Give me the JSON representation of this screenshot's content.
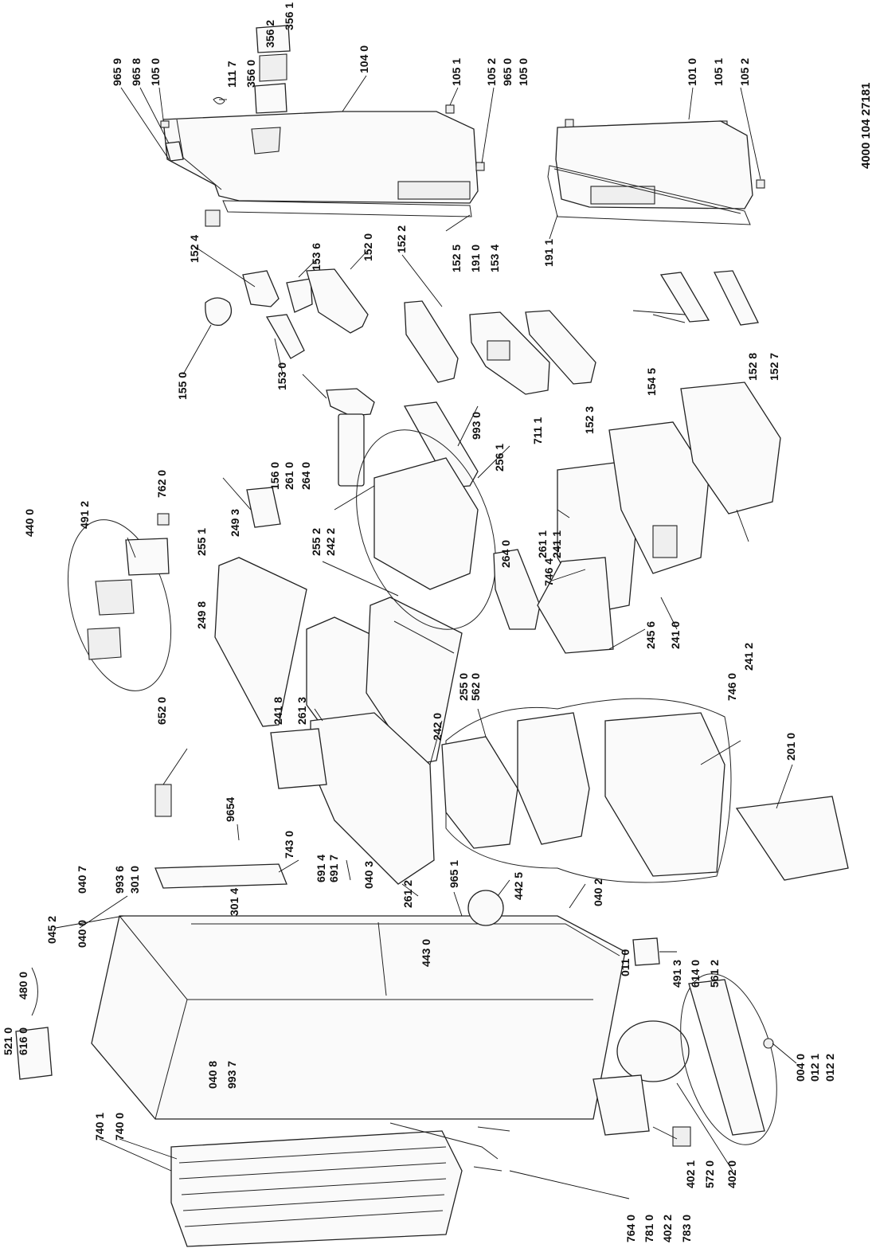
{
  "document_number": "4000 104 27181",
  "labels": [
    {
      "id": "l1",
      "text": "965 9"
    },
    {
      "id": "l2",
      "text": "965 8"
    },
    {
      "id": "l3",
      "text": "105 0"
    },
    {
      "id": "l4",
      "text": "111 7"
    },
    {
      "id": "l5",
      "text": "356 0"
    },
    {
      "id": "l6",
      "text": "356 2"
    },
    {
      "id": "l7",
      "text": "356 1"
    },
    {
      "id": "l8",
      "text": "104 0"
    },
    {
      "id": "l9",
      "text": "105 1"
    },
    {
      "id": "l10",
      "text": "105 2"
    },
    {
      "id": "l11",
      "text": "965 0"
    },
    {
      "id": "l12",
      "text": "105 0"
    },
    {
      "id": "l13",
      "text": "101 0"
    },
    {
      "id": "l14",
      "text": "105 1"
    },
    {
      "id": "l15",
      "text": "105 2"
    },
    {
      "id": "l16",
      "text": "152 4"
    },
    {
      "id": "l17",
      "text": "153 6"
    },
    {
      "id": "l18",
      "text": "152 0"
    },
    {
      "id": "l19",
      "text": "152 2"
    },
    {
      "id": "l20",
      "text": "152 5"
    },
    {
      "id": "l21",
      "text": "191 0"
    },
    {
      "id": "l22",
      "text": "153 4"
    },
    {
      "id": "l23",
      "text": "191 1"
    },
    {
      "id": "l24",
      "text": "155 0"
    },
    {
      "id": "l25",
      "text": "153 0"
    },
    {
      "id": "l26",
      "text": "711 1"
    },
    {
      "id": "l27",
      "text": "152 3"
    },
    {
      "id": "l28",
      "text": "154 5"
    },
    {
      "id": "l29",
      "text": "152 8"
    },
    {
      "id": "l30",
      "text": "152 7"
    },
    {
      "id": "l31",
      "text": "156 0"
    },
    {
      "id": "l32",
      "text": "261 0"
    },
    {
      "id": "l33",
      "text": "264 0"
    },
    {
      "id": "l34",
      "text": "993 0"
    },
    {
      "id": "l35",
      "text": "256 1"
    },
    {
      "id": "l36",
      "text": "762 0"
    },
    {
      "id": "l37",
      "text": "440 0"
    },
    {
      "id": "l38",
      "text": "491 2"
    },
    {
      "id": "l39",
      "text": "249 3"
    },
    {
      "id": "l40",
      "text": "255 1"
    },
    {
      "id": "l41",
      "text": "255 2"
    },
    {
      "id": "l42",
      "text": "242 2"
    },
    {
      "id": "l43",
      "text": "264 0"
    },
    {
      "id": "l44",
      "text": "261 1"
    },
    {
      "id": "l45",
      "text": "241 1"
    },
    {
      "id": "l46",
      "text": "746 4"
    },
    {
      "id": "l47",
      "text": "249 8"
    },
    {
      "id": "l48",
      "text": "245 6"
    },
    {
      "id": "l49",
      "text": "241 0"
    },
    {
      "id": "l50",
      "text": "241 2"
    },
    {
      "id": "l51",
      "text": "241 8"
    },
    {
      "id": "l52",
      "text": "261 3"
    },
    {
      "id": "l53",
      "text": "242 0"
    },
    {
      "id": "l54",
      "text": "255 0"
    },
    {
      "id": "l55",
      "text": "562 0"
    },
    {
      "id": "l56",
      "text": "746 0"
    },
    {
      "id": "l57",
      "text": "652 0"
    },
    {
      "id": "l58",
      "text": "201 0"
    },
    {
      "id": "l59",
      "text": "9654"
    },
    {
      "id": "l60",
      "text": "743 0"
    },
    {
      "id": "l61",
      "text": "040 7"
    },
    {
      "id": "l62",
      "text": "993 6"
    },
    {
      "id": "l63",
      "text": "301 0"
    },
    {
      "id": "l64",
      "text": "301 4"
    },
    {
      "id": "l65",
      "text": "691 4"
    },
    {
      "id": "l66",
      "text": "691 7"
    },
    {
      "id": "l67",
      "text": "040 3"
    },
    {
      "id": "l68",
      "text": "261 2"
    },
    {
      "id": "l69",
      "text": "965 1"
    },
    {
      "id": "l70",
      "text": "442 5"
    },
    {
      "id": "l71",
      "text": "040 2"
    },
    {
      "id": "l72",
      "text": "045 2"
    },
    {
      "id": "l73",
      "text": "040 0"
    },
    {
      "id": "l74",
      "text": "480 0"
    },
    {
      "id": "l75",
      "text": "443 0"
    },
    {
      "id": "l76",
      "text": "011 0"
    },
    {
      "id": "l77",
      "text": "491 3"
    },
    {
      "id": "l78",
      "text": "614 0"
    },
    {
      "id": "l79",
      "text": "561 2"
    },
    {
      "id": "l80",
      "text": "521 0"
    },
    {
      "id": "l81",
      "text": "616 0"
    },
    {
      "id": "l82",
      "text": "040 8"
    },
    {
      "id": "l83",
      "text": "993 7"
    },
    {
      "id": "l84",
      "text": "004 0"
    },
    {
      "id": "l85",
      "text": "012 1"
    },
    {
      "id": "l86",
      "text": "012 2"
    },
    {
      "id": "l87",
      "text": "740 1"
    },
    {
      "id": "l88",
      "text": "740 0"
    },
    {
      "id": "l89",
      "text": "764 0"
    },
    {
      "id": "l90",
      "text": "781 0"
    },
    {
      "id": "l91",
      "text": "402 2"
    },
    {
      "id": "l92",
      "text": "783 0"
    },
    {
      "id": "l93",
      "text": "402 1"
    },
    {
      "id": "l94",
      "text": "572 0"
    },
    {
      "id": "l95",
      "text": "402 0"
    }
  ]
}
